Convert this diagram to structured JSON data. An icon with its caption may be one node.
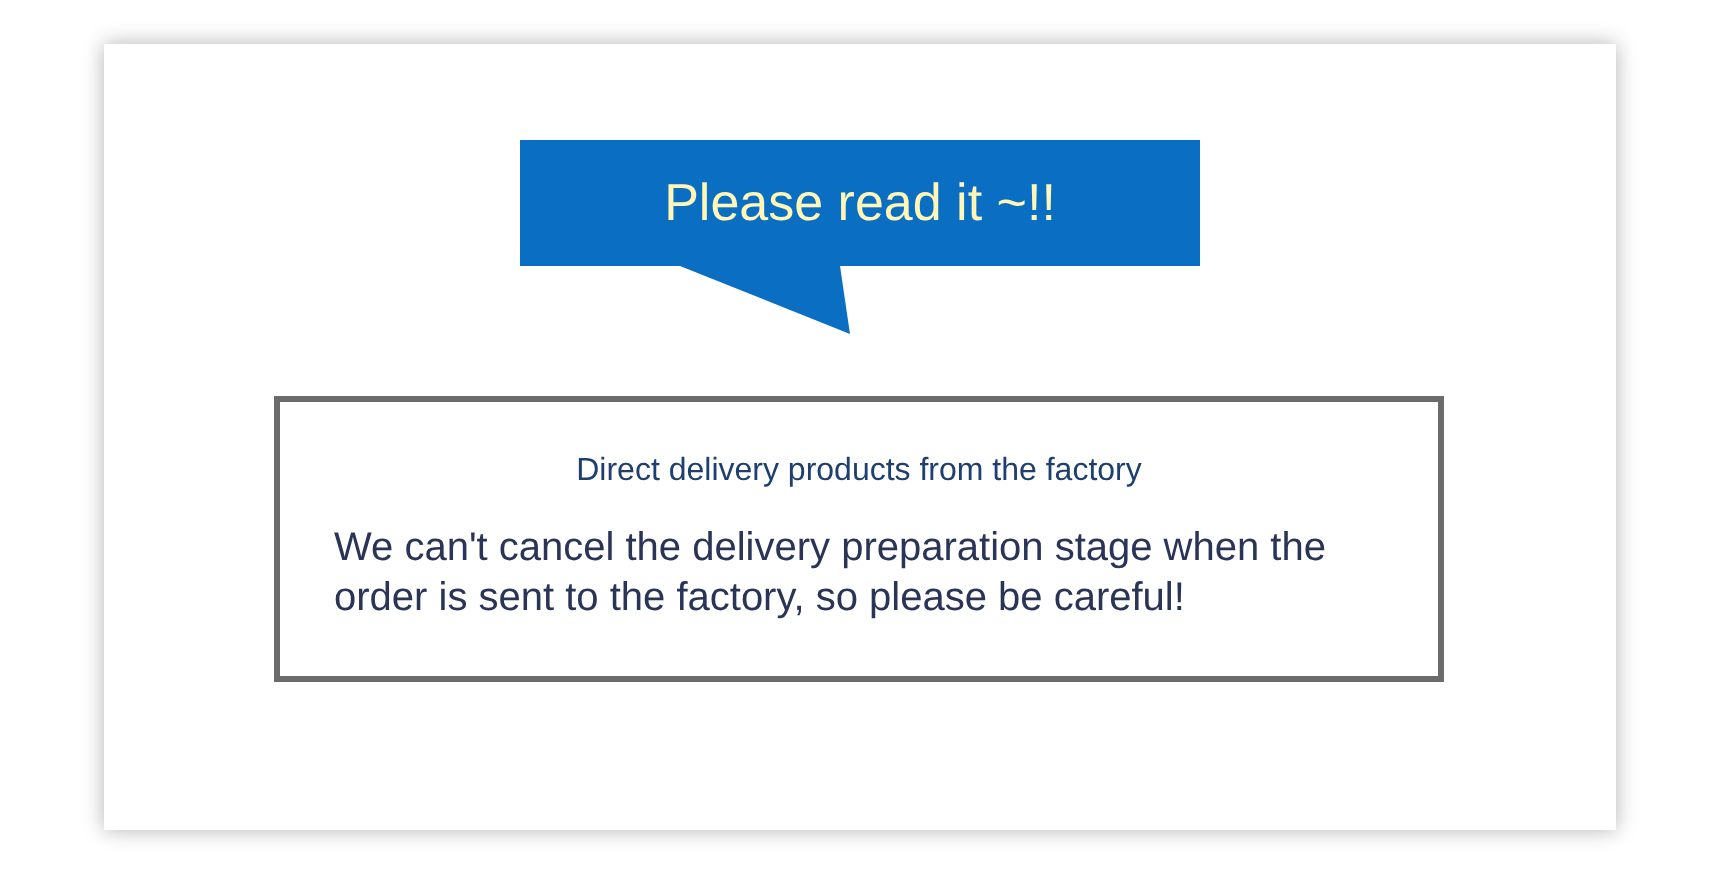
{
  "diagram": {
    "nodes": [
      {
        "text": [
          "Please read it ~!!"
        ]
      },
      {
        "text": [
          "Direct delivery products from the factory",
          "We can't cancel the delivery preparation stage when the order is sent to the factory, so please be careful!"
        ]
      }
    ],
    "edges": []
  }
}
